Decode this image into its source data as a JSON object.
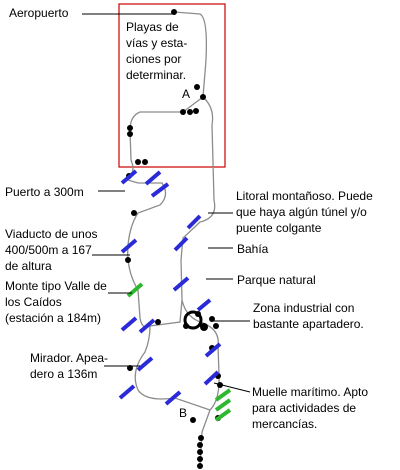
{
  "labels": {
    "aeropuerto": "Aeropuerto",
    "playas": "Playas de\nvías y esta-\nciones por\ndeterminar.",
    "point_a": "A",
    "point_b": "B",
    "puerto": "Puerto a 300m",
    "viaducto": "Viaducto de unos\n400/500m a 167\nde altura",
    "monte": "Monte tipo Valle de\nlos Caídos\n(estación a 184m)",
    "mirador": "Mirador. Apea-\ndero a 136m",
    "litoral": "Litoral montañoso. Puede\nque haya algún túnel y/o\npuente colgante",
    "bahia": "Bahía",
    "parque": "Parque natural",
    "zona": "Zona industrial con\nbastante apartadero.",
    "muelle": "Muelle marítimo. Apto\npara actividades de\nmercancías."
  },
  "colors": {
    "track": "#8c8c8c",
    "frame": "#cc0000",
    "station_blue": "#2a2ad8",
    "station_green": "#2fb82f",
    "pointer": "#000000"
  }
}
